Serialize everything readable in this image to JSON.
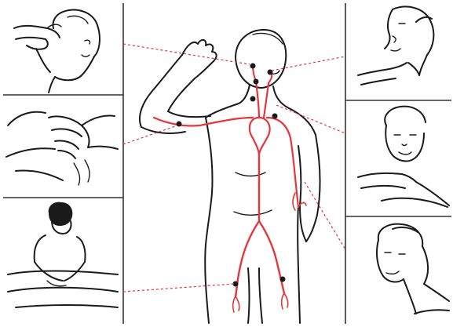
{
  "colors": {
    "artery": "#e8353b",
    "leader": "#e8353b",
    "ink": "#1a1a1a",
    "background": "#ffffff"
  },
  "panels": [
    {
      "id": "temporal",
      "side": "left"
    },
    {
      "id": "brachial",
      "side": "left"
    },
    {
      "id": "femoral",
      "side": "left"
    },
    {
      "id": "facial",
      "side": "right"
    },
    {
      "id": "carotid",
      "side": "right"
    },
    {
      "id": "subclavian",
      "side": "right"
    }
  ]
}
